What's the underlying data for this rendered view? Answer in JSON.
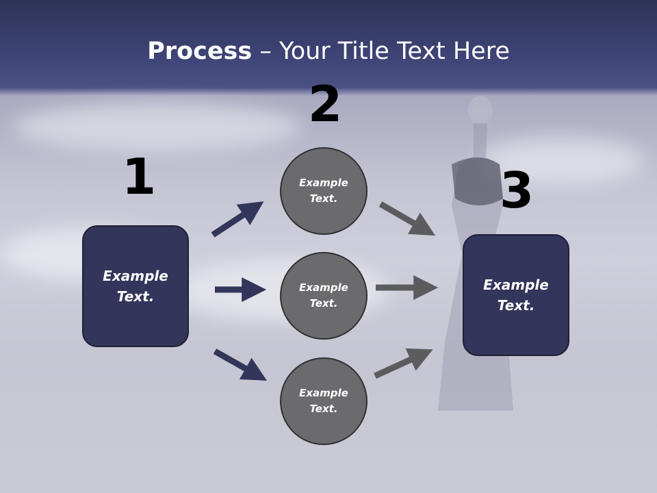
{
  "title": {
    "bold": "Process",
    "rest": " – Your Title Text Here"
  },
  "numbers": [
    "1",
    "2",
    "3"
  ],
  "nodes": {
    "left_box": "Example\nText.",
    "circle_top": "Example\nText.",
    "circle_middle": "Example\nText.",
    "circle_bottom": "Example\nText.",
    "right_box": "Example\nText."
  },
  "colors": {
    "header": "#3d4374",
    "box": "#33355a",
    "circle": "#6b6b6e",
    "arrow_in": "#33355a",
    "arrow_out": "#5c5c5f"
  }
}
